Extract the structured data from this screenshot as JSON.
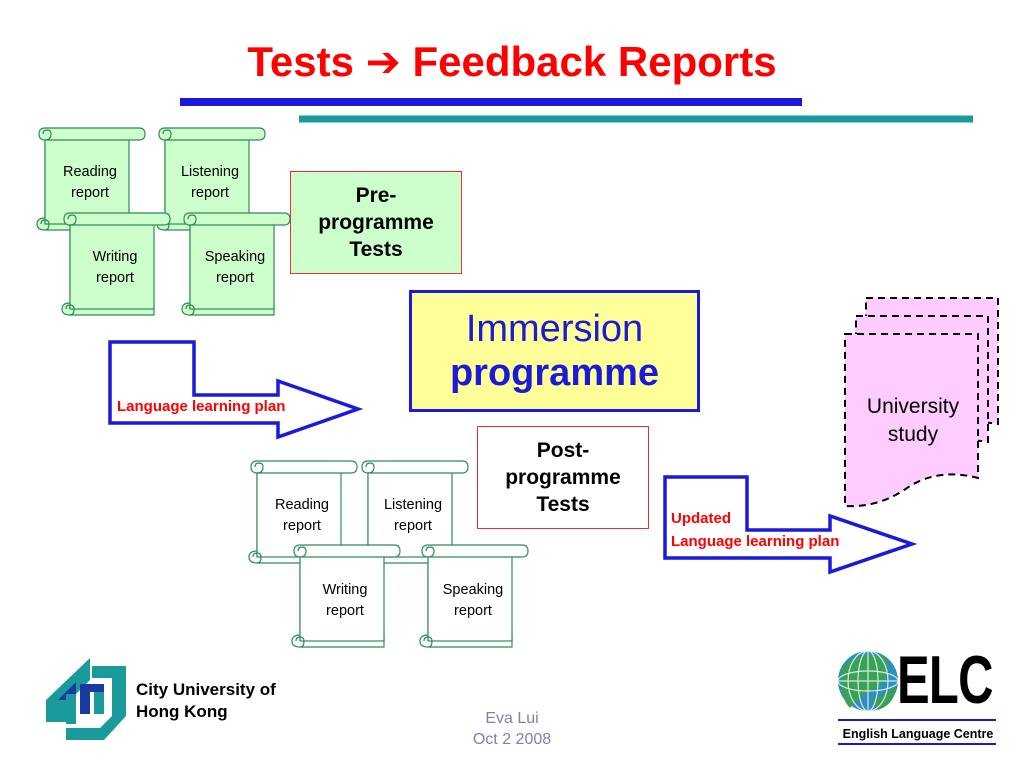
{
  "title": "Tests ➔ Feedback Reports",
  "pre_box": {
    "line1": "Pre-",
    "line2": "programme",
    "line3": "Tests"
  },
  "post_box": {
    "line1": "Post-",
    "line2": "programme",
    "line3": "Tests"
  },
  "immersion": {
    "line1": "Immersion",
    "line2": "programme"
  },
  "scrolls_top": [
    {
      "line1": "Reading",
      "line2": "report"
    },
    {
      "line1": "Listening",
      "line2": "report"
    },
    {
      "line1": "Writing",
      "line2": "report"
    },
    {
      "line1": "Speaking",
      "line2": "report"
    }
  ],
  "scrolls_bottom": [
    {
      "line1": "Reading",
      "line2": "report"
    },
    {
      "line1": "Listening",
      "line2": "report"
    },
    {
      "line1": "Writing",
      "line2": "report"
    },
    {
      "line1": "Speaking",
      "line2": "report"
    }
  ],
  "arrow1_label": "Language learning plan",
  "arrow2_label_line1": "Updated",
  "arrow2_label_line2": "Language learning plan",
  "university": {
    "line1": "University",
    "line2": "study"
  },
  "cityu": {
    "line1": "City University of",
    "line2": "Hong Kong"
  },
  "author": {
    "name": "Eva Lui",
    "date": "Oct 2 2008"
  },
  "elc": {
    "word": "ELC",
    "subtitle": "English Language Centre"
  },
  "colors": {
    "title": "#ff0000",
    "scroll_green_fill": "#ccffcc",
    "scroll_stroke": "#2e8b57",
    "immersion_fill": "#ffff99",
    "arrow_stroke": "#1a1ad8",
    "university_fill": "#ffccff",
    "cityu_teal": "#1a9a9a",
    "cityu_blue": "#1a3aa0"
  }
}
